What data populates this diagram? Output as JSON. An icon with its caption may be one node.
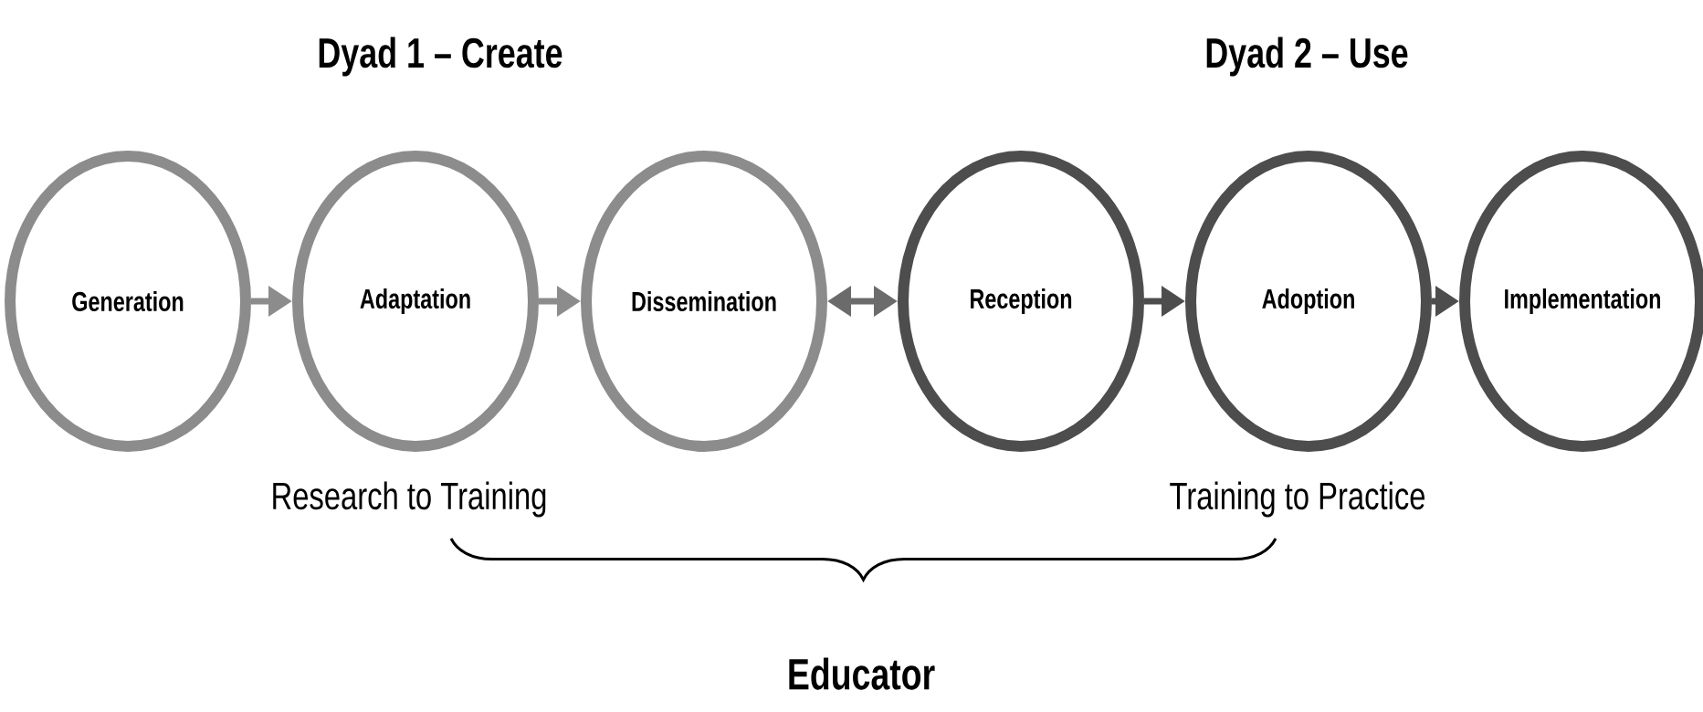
{
  "diagram": {
    "nodes": [
      {
        "text": [
          "Generation"
        ]
      },
      {
        "text": [
          "Adaptation"
        ]
      },
      {
        "text": [
          "Dissemination"
        ]
      },
      {
        "text": [
          "Reception"
        ]
      },
      {
        "text": [
          "Adoption"
        ]
      },
      {
        "text": [
          "Implementation"
        ]
      }
    ],
    "edges": [
      {
        "from": 0,
        "to": 1,
        "arrow": "to",
        "color": "#8c8c8c"
      },
      {
        "from": 1,
        "to": 2,
        "arrow": "to",
        "color": "#8c8c8c"
      },
      {
        "from": 2,
        "to": 3,
        "arrow": "both"
      },
      {
        "from": 3,
        "to": 4,
        "arrow": "to",
        "color": "#4d4d4d"
      },
      {
        "from": 4,
        "to": 5,
        "arrow": "to",
        "color": "#4d4d4d"
      }
    ],
    "labels": [
      "Dyad 1 – Create",
      "Dyad 2 – Use",
      "Research to Training",
      "Training to Practice",
      "Educator"
    ]
  }
}
